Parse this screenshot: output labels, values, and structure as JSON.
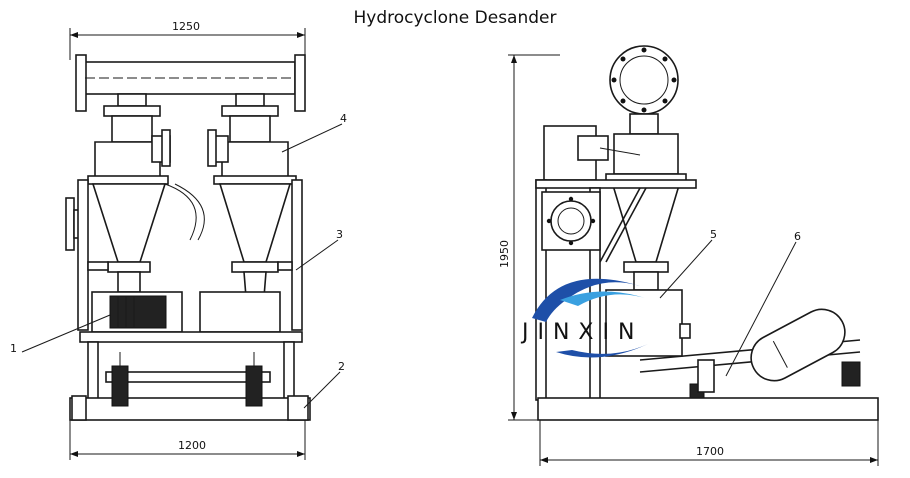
{
  "title": "Hydrocyclone Desander",
  "dimensions": {
    "front_top_width": "1250",
    "front_bottom_width": "1200",
    "side_height": "1950",
    "side_bottom_width": "1700"
  },
  "callouts": {
    "c1": "1",
    "c2": "2",
    "c3": "3",
    "c4": "4",
    "c5": "5",
    "c6": "6"
  },
  "logo": {
    "text": "JINXIN",
    "colors": {
      "arc_dark": "#1e4fa8",
      "arc_light": "#3aa0e0"
    }
  }
}
